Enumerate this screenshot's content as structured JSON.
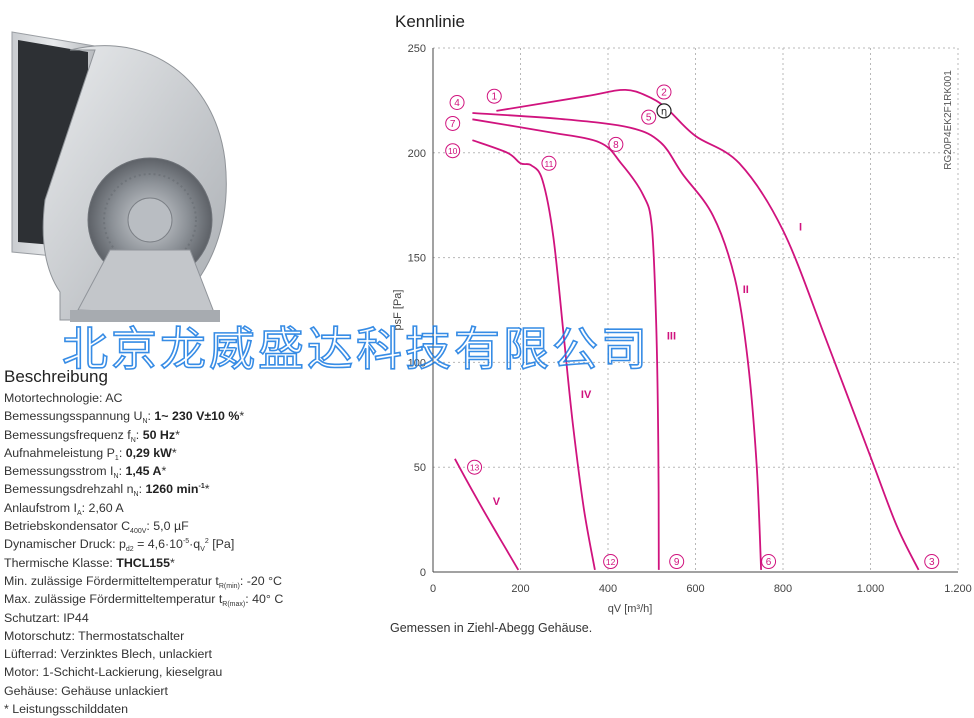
{
  "description": {
    "title": "Beschreibung",
    "lines": [
      {
        "k": "motor_tech",
        "html": "Motortechnologie: AC"
      },
      {
        "k": "rated_voltage",
        "html": "Bemessungsspannung U<sub>N</sub>: <b>1~ 230 V±10 %</b>*"
      },
      {
        "k": "rated_frequency",
        "html": "Bemessungsfrequenz f<sub>N</sub>: <b>50 Hz</b>*"
      },
      {
        "k": "power_input",
        "html": "Aufnahmeleistung P<sub>1</sub>: <b>0,29 kW</b>*"
      },
      {
        "k": "rated_current",
        "html": "Bemessungsstrom I<sub>N</sub>: <b>1,45 A</b>*"
      },
      {
        "k": "rated_speed",
        "html": "Bemessungsdrehzahl n<sub>N</sub>: <b>1260 min<sup>-1</sup></b>*"
      },
      {
        "k": "starting_current",
        "html": "Anlaufstrom I<sub>A</sub>: 2,60 A"
      },
      {
        "k": "capacitor",
        "html": "Betriebskondensator C<sub>400V</sub>: 5,0 µF"
      },
      {
        "k": "dynamic_pressure",
        "html": "Dynamischer Druck: p<sub>d2</sub> = 4,6·10<sup>-5</sup>·q<sub>V</sub><sup>2</sup> [Pa]"
      },
      {
        "k": "thermal_class",
        "html": "Thermische Klasse: <b>THCL155</b>*"
      },
      {
        "k": "min_temp",
        "html": "Min. zulässige Fördermitteltemperatur t<sub>R(min)</sub>: -20 °C"
      },
      {
        "k": "max_temp",
        "html": "Max. zulässige Fördermitteltemperatur t<sub>R(max)</sub>: 40° C"
      },
      {
        "k": "protection",
        "html": "Schutzart: IP44"
      },
      {
        "k": "motor_protection",
        "html": "Motorschutz: Thermostatschalter"
      },
      {
        "k": "impeller",
        "html": "Lüfterrad: Verzinktes Blech, unlackiert"
      },
      {
        "k": "motor_coating",
        "html": "Motor: 1-Schicht-Lackierung, kieselgrau"
      },
      {
        "k": "housing",
        "html": "Gehäuse: Gehäuse unlackiert"
      },
      {
        "k": "footnote",
        "html": "* Leistungsschilddaten"
      }
    ]
  },
  "watermark": "北京龙威盛达科技有限公司",
  "chart_note": "Gemessen in Ziehl-Abegg Gehäuse.",
  "colors": {
    "curve": "#d0137e",
    "grid": "#b8b8b8",
    "axis": "#444444",
    "watermark": "#1478e1"
  },
  "chart_data": {
    "type": "line",
    "title": "Kennlinie",
    "xlabel": "qV [m³/h]",
    "ylabel": "psF [Pa]",
    "side_label": "RG20P4EK2F1RK001",
    "xlim": [
      0,
      1200
    ],
    "ylim": [
      0,
      250
    ],
    "x_ticks": [
      0,
      200,
      400,
      600,
      800,
      1000,
      1200
    ],
    "x_tick_labels": [
      "0",
      "200",
      "400",
      "600",
      "800",
      "1.000",
      "1.200"
    ],
    "y_ticks": [
      0,
      50,
      100,
      150,
      200,
      250
    ],
    "y_tick_labels": [
      "0",
      "50",
      "100",
      "150",
      "200",
      "250"
    ],
    "series": [
      {
        "id": "s1",
        "points": [
          [
            145,
            220
          ],
          [
            350,
            227
          ],
          [
            440,
            230
          ],
          [
            500,
            226
          ],
          [
            540,
            220
          ],
          [
            600,
            208
          ],
          [
            700,
            195
          ],
          [
            800,
            163
          ],
          [
            900,
            110
          ],
          [
            1000,
            55
          ],
          [
            1060,
            22
          ],
          [
            1110,
            1
          ]
        ]
      },
      {
        "id": "s2",
        "points": [
          [
            90,
            219
          ],
          [
            300,
            216
          ],
          [
            450,
            212
          ],
          [
            520,
            205
          ],
          [
            570,
            190
          ],
          [
            640,
            170
          ],
          [
            690,
            140
          ],
          [
            720,
            100
          ],
          [
            740,
            50
          ],
          [
            750,
            1
          ]
        ]
      },
      {
        "id": "s3",
        "points": [
          [
            90,
            216
          ],
          [
            260,
            210
          ],
          [
            380,
            205
          ],
          [
            430,
            195
          ],
          [
            480,
            180
          ],
          [
            500,
            165
          ],
          [
            510,
            120
          ],
          [
            515,
            60
          ],
          [
            516,
            1
          ]
        ]
      },
      {
        "id": "s4",
        "points": [
          [
            90,
            206
          ],
          [
            170,
            200
          ],
          [
            200,
            195
          ],
          [
            225,
            194
          ],
          [
            250,
            187
          ],
          [
            275,
            160
          ],
          [
            300,
            110
          ],
          [
            320,
            70
          ],
          [
            345,
            30
          ],
          [
            370,
            1
          ]
        ]
      },
      {
        "id": "s5",
        "points": [
          [
            50,
            54
          ],
          [
            100,
            35
          ],
          [
            150,
            17
          ],
          [
            195,
            1
          ]
        ]
      }
    ],
    "point_markers": [
      {
        "label": "1",
        "x": 140,
        "y": 227
      },
      {
        "label": "2",
        "x": 528,
        "y": 229
      },
      {
        "label": "3",
        "x": 1140,
        "y": 5
      },
      {
        "label": "4",
        "x": 55,
        "y": 224
      },
      {
        "label": "5",
        "x": 493,
        "y": 217
      },
      {
        "label": "6",
        "x": 767,
        "y": 5
      },
      {
        "label": "7",
        "x": 45,
        "y": 214
      },
      {
        "label": "8",
        "x": 418,
        "y": 204
      },
      {
        "label": "9",
        "x": 557,
        "y": 5
      },
      {
        "label": "10",
        "x": 45,
        "y": 201
      },
      {
        "label": "11",
        "x": 265,
        "y": 195
      },
      {
        "label": "12",
        "x": 406,
        "y": 5
      },
      {
        "label": "13",
        "x": 95,
        "y": 50
      }
    ],
    "efficiency_marker": {
      "label": "η",
      "x": 528,
      "y": 220
    },
    "curve_labels": [
      {
        "label": "I",
        "x": 840,
        "y": 163
      },
      {
        "label": "II",
        "x": 715,
        "y": 133
      },
      {
        "label": "III",
        "x": 545,
        "y": 111
      },
      {
        "label": "IV",
        "x": 350,
        "y": 83
      },
      {
        "label": "V",
        "x": 145,
        "y": 32
      }
    ]
  }
}
